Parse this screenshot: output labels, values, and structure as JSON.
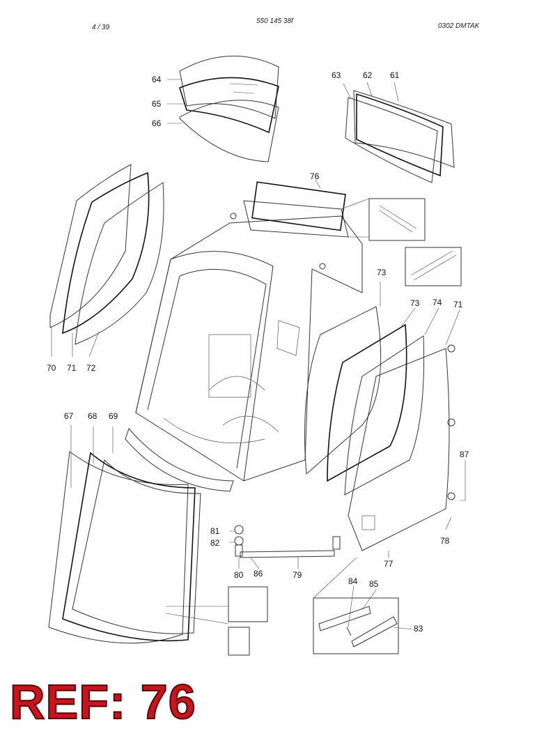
{
  "header": {
    "page": "4 / 39",
    "part_number": "550 145 38f",
    "code": "0302   DMTAK"
  },
  "callouts": {
    "c64": "64",
    "c65": "65",
    "c66": "66",
    "c63": "63",
    "c62": "62",
    "c61": "61",
    "c76": "76",
    "c70": "70",
    "c71a": "71",
    "c72": "72",
    "c73a": "73",
    "c73b": "73",
    "c74": "74",
    "c71b": "71",
    "c67": "67",
    "c68": "68",
    "c69": "69",
    "c87": "87",
    "c78": "78",
    "c77": "77",
    "c81": "81",
    "c82": "82",
    "c80": "80",
    "c86": "86",
    "c79": "79",
    "c84": "84",
    "c85": "85",
    "c83": "83"
  },
  "reference": {
    "label": "REF: 76"
  },
  "colors": {
    "ref_fill": "#c8141e",
    "line": "#333333"
  }
}
